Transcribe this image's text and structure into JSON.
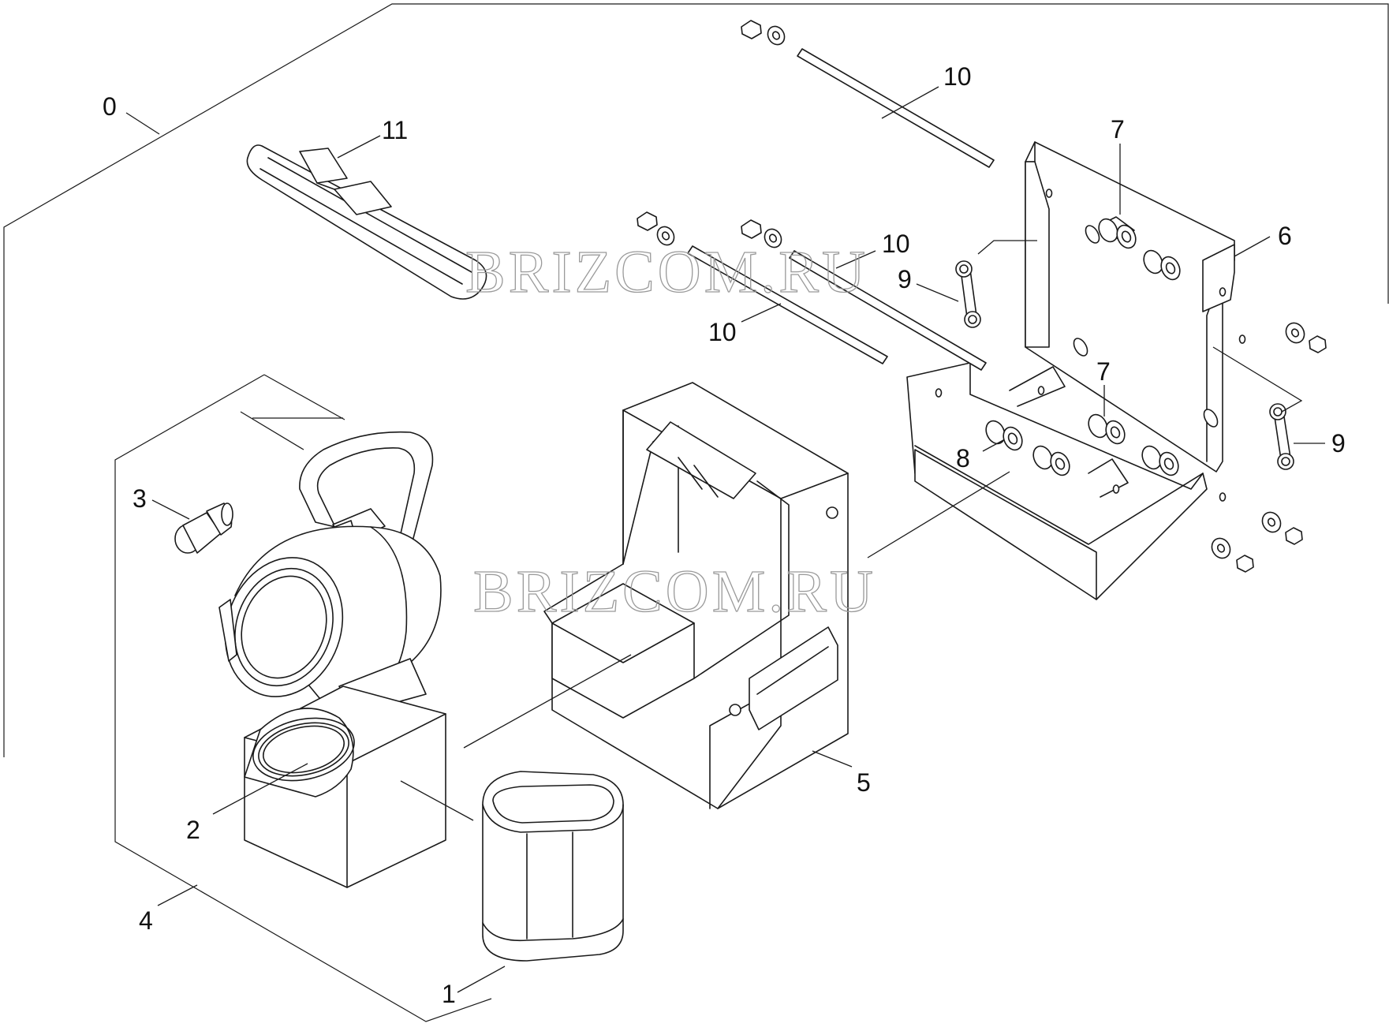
{
  "watermark": "BRIZCOM.RU",
  "labels": {
    "p0": "0",
    "p1": "1",
    "p2": "2",
    "p3": "3",
    "p4": "4",
    "p5": "5",
    "p6": "6",
    "p7a": "7",
    "p7b": "7",
    "p8": "8",
    "p9a": "9",
    "p9b": "9",
    "p10a": "10",
    "p10b": "10",
    "p10c": "10",
    "p11": "11"
  }
}
